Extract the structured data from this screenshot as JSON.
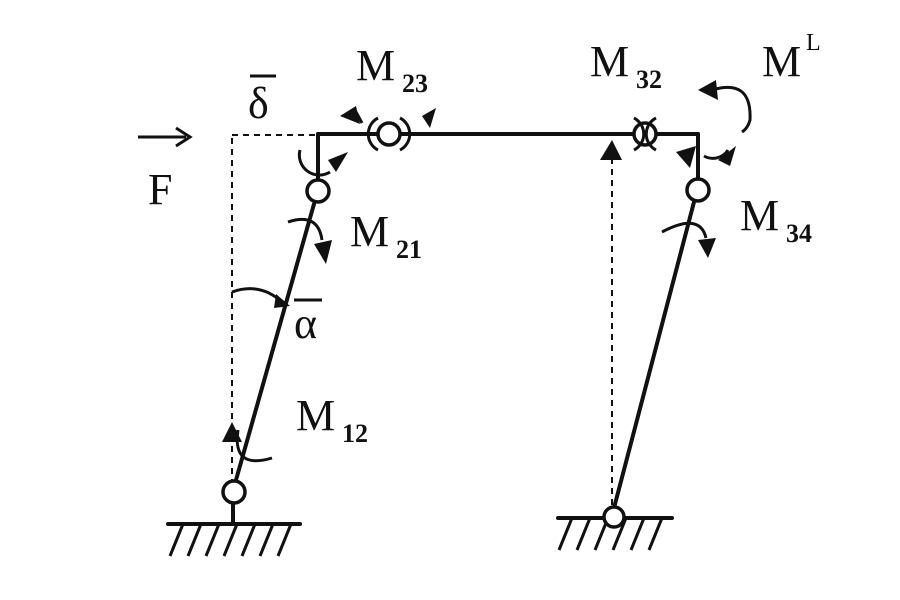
{
  "labels": {
    "force": "F",
    "delta": "δ",
    "alpha": "α",
    "m": "M",
    "m23_sub": "23",
    "m32_sub": "32",
    "m21_sub": "21",
    "m34_sub": "34",
    "m12_sub": "12",
    "load_moment_sup": "L"
  }
}
